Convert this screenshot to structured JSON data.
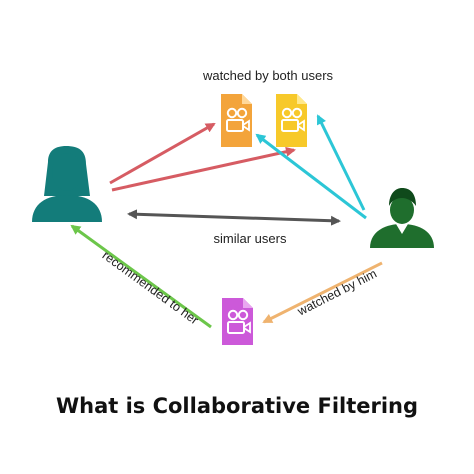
{
  "labels": {
    "watched_both": "watched by both users",
    "similar_users": "similar users",
    "recommended_to_her": "recommended to her",
    "watched_by_him": "watched by him"
  },
  "title": "What is Collaborative Filtering",
  "colors": {
    "user_female": "#137c7a",
    "user_male": "#1f6e2d",
    "doc_orange": "#f3a43b",
    "doc_yellow": "#f7c92a",
    "doc_purple": "#cc59d9",
    "arrow_red": "#d65c63",
    "arrow_cyan": "#2cc6d6",
    "arrow_gray": "#555555",
    "arrow_green": "#6cc64a",
    "arrow_orange": "#efb36f"
  },
  "icons": [
    "female-user-icon",
    "male-user-icon",
    "video-file-icon"
  ]
}
